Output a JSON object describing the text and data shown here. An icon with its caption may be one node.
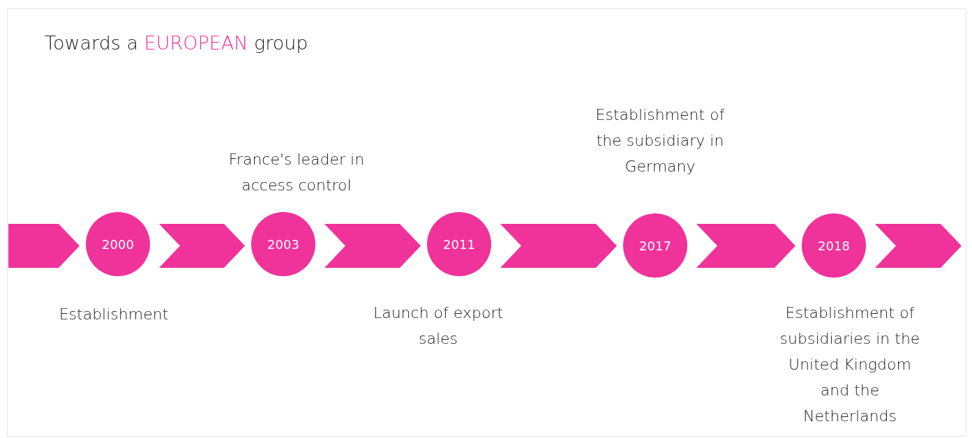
{
  "diagram": {
    "title": "Towards a **EUROPEAN** group",
    "nodes": [
      {
        "text": [
          "2000"
        ],
        "beside": [
          "Establishment"
        ]
      },
      {
        "text": [
          "2003"
        ],
        "beside": [
          "France's leader in access control"
        ]
      },
      {
        "text": [
          "2011"
        ],
        "beside": [
          "Launch of export sales"
        ]
      },
      {
        "text": [
          "2017"
        ],
        "beside": [
          "Establishment of the subsidiary in Germany"
        ]
      },
      {
        "text": [
          "2018"
        ],
        "beside": [
          "Establishment of subsidiaries in the United Kingdom and the Netherlands"
        ]
      }
    ],
    "edges": [
      {
        "from": null,
        "to": 0,
        "arrow": "to"
      },
      {
        "from": 0,
        "to": 1,
        "arrow": "to"
      },
      {
        "from": 1,
        "to": 2,
        "arrow": "to"
      },
      {
        "from": 2,
        "to": 3,
        "arrow": "to"
      },
      {
        "from": 3,
        "to": 4,
        "arrow": "to"
      },
      {
        "from": 4,
        "to": null,
        "arrow": "to"
      }
    ]
  }
}
